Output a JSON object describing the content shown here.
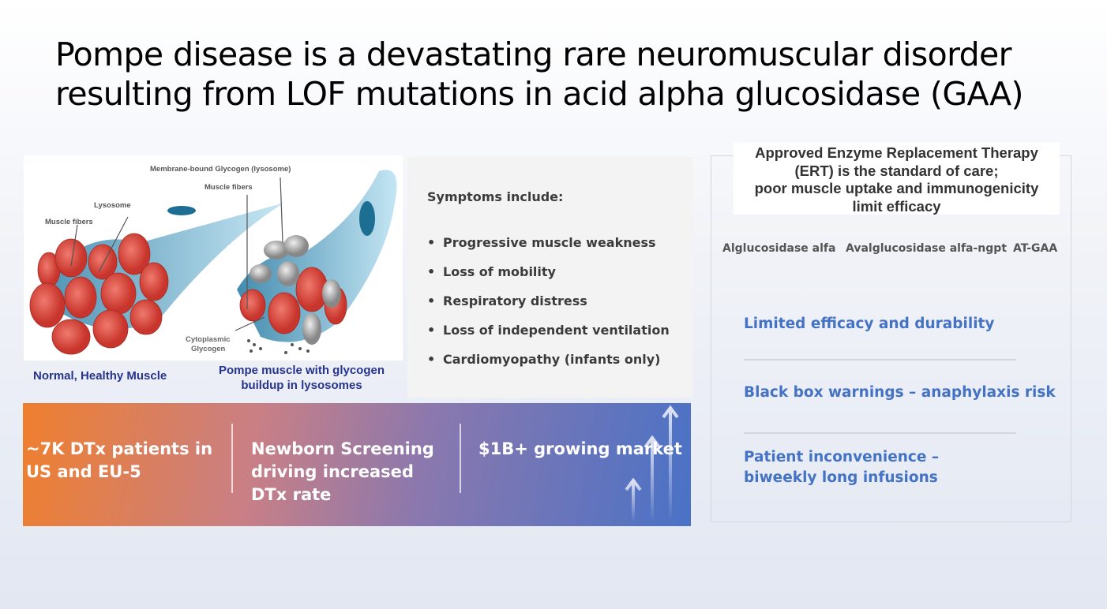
{
  "title": "Pompe disease is a devastating rare neuromuscular disorder resulting from LOF mutations in acid alpha glucosidase (GAA)",
  "figure": {
    "labels": {
      "membrane_glycogen": "Membrane-bound Glycogen (lysosome)",
      "muscle_fibers_right": "Muscle fibers",
      "lysosome": "Lysosome",
      "muscle_fibers_left": "Muscle fibers",
      "cytoplasmic": "Cytoplasmic",
      "glycogen": "Glycogen"
    },
    "caption_left": "Normal, Healthy Muscle",
    "caption_right_1": "Pompe muscle with glycogen",
    "caption_right_2": "buildup in lysosomes"
  },
  "symptoms": {
    "heading": "Symptoms include:",
    "items": [
      "Progressive muscle weakness",
      "Loss of mobility",
      "Respiratory distress",
      "Loss of independent ventilation",
      "Cardiomyopathy (infants only)"
    ]
  },
  "banner": {
    "stat1": "~7K DTx patients in US and EU-5",
    "stat2": "Newborn Screening driving increased DTx rate",
    "stat3": "$1B+ growing market"
  },
  "ert": {
    "heading_1": "Approved Enzyme Replacement Therapy",
    "heading_2": "(ERT) is the standard of care;",
    "heading_3": "poor muscle uptake and immunogenicity",
    "heading_4": "limit efficacy",
    "drugs": [
      "Alglucosidase alfa",
      "Avalglucosidase alfa-ngpt",
      "AT-GAA"
    ],
    "issues": [
      "Limited efficacy and durability",
      "Black box warnings – anaphylaxis risk",
      "Patient inconvenience –",
      "biweekly long infusions"
    ]
  },
  "colors": {
    "accent_blue": "#4472c4",
    "caption_navy": "#26348c",
    "banner_orange": "#ef7f2e"
  }
}
